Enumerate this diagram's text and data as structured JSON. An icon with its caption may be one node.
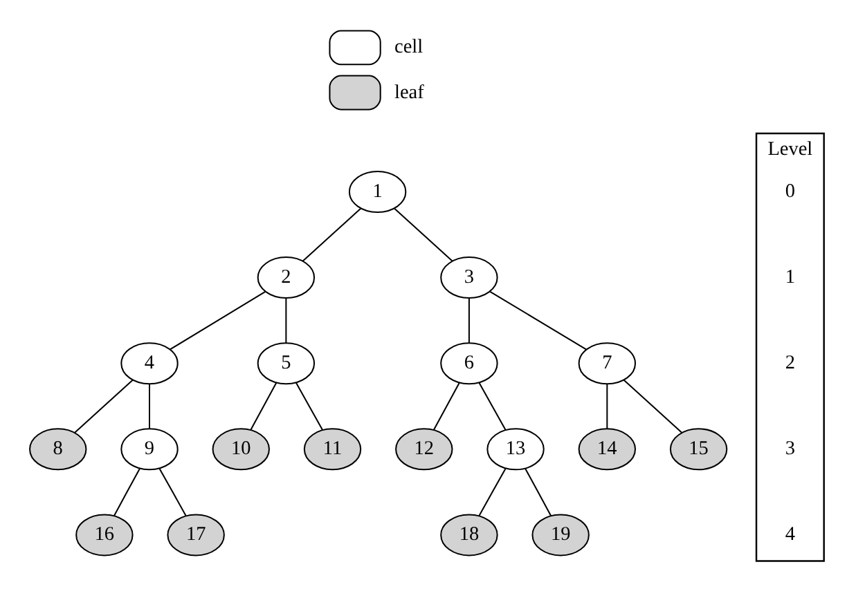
{
  "diagram": {
    "nodes": [
      {
        "text": [
          "1"
        ]
      },
      {
        "text": [
          "2"
        ]
      },
      {
        "text": [
          "3"
        ]
      },
      {
        "text": [
          "4"
        ]
      },
      {
        "text": [
          "5"
        ]
      },
      {
        "text": [
          "6"
        ]
      },
      {
        "text": [
          "7"
        ]
      },
      {
        "text": [
          "8"
        ]
      },
      {
        "text": [
          "9"
        ]
      },
      {
        "text": [
          "10"
        ]
      },
      {
        "text": [
          "11"
        ]
      },
      {
        "text": [
          "12"
        ]
      },
      {
        "text": [
          "13"
        ]
      },
      {
        "text": [
          "14"
        ]
      },
      {
        "text": [
          "15"
        ]
      },
      {
        "text": [
          "16"
        ]
      },
      {
        "text": [
          "17"
        ]
      },
      {
        "text": [
          "18"
        ]
      },
      {
        "text": [
          "19"
        ]
      },
      {
        "text": [
          "Level",
          "0",
          "1",
          "2",
          "3",
          "4"
        ]
      }
    ],
    "edges": [
      {
        "from": 0,
        "to": 1,
        "arrow": "none"
      },
      {
        "from": 0,
        "to": 2,
        "arrow": "none"
      },
      {
        "from": 1,
        "to": 3,
        "arrow": "none"
      },
      {
        "from": 1,
        "to": 4,
        "arrow": "none"
      },
      {
        "from": 2,
        "to": 5,
        "arrow": "none"
      },
      {
        "from": 2,
        "to": 6,
        "arrow": "none"
      },
      {
        "from": 3,
        "to": 7,
        "arrow": "none"
      },
      {
        "from": 3,
        "to": 8,
        "arrow": "none"
      },
      {
        "from": 4,
        "to": 9,
        "arrow": "none"
      },
      {
        "from": 4,
        "to": 10,
        "arrow": "none"
      },
      {
        "from": 5,
        "to": 11,
        "arrow": "none"
      },
      {
        "from": 5,
        "to": 12,
        "arrow": "none"
      },
      {
        "from": 6,
        "to": 13,
        "arrow": "none"
      },
      {
        "from": 6,
        "to": 14,
        "arrow": "none"
      },
      {
        "from": 8,
        "to": 15,
        "arrow": "none"
      },
      {
        "from": 8,
        "to": 16,
        "arrow": "none"
      },
      {
        "from": 12,
        "to": 17,
        "arrow": "none"
      },
      {
        "from": 12,
        "to": 18,
        "arrow": "none"
      }
    ],
    "legend": [
      {
        "text": "cell",
        "color": "#ffffff"
      },
      {
        "text": "leaf",
        "color": "#d3d3d3"
      }
    ]
  }
}
